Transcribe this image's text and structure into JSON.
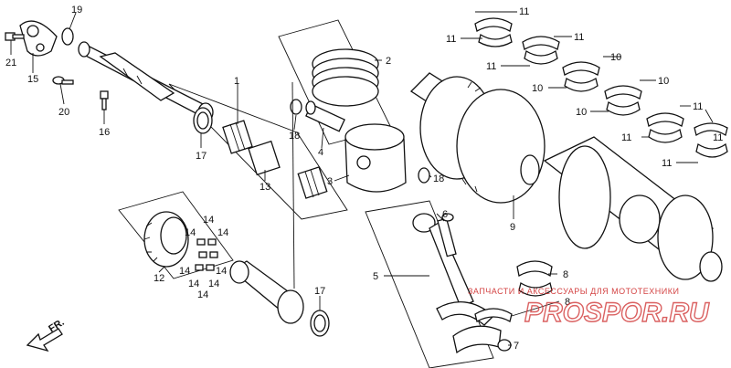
{
  "callouts": {
    "c1": "1",
    "c2": "2",
    "c3": "3",
    "c4": "4",
    "c5": "5",
    "c6": "6",
    "c7": "7",
    "c8a": "8",
    "c8b": "8",
    "c9": "9",
    "c10a": "10",
    "c10b": "10",
    "c10c": "10",
    "c10d": "10",
    "c11a": "11",
    "c11b": "11",
    "c11c": "11",
    "c11d": "11",
    "c11e": "11",
    "c11f": "11",
    "c11g": "11",
    "c11h": "11",
    "c12": "12",
    "c13": "13",
    "c14a": "14",
    "c14b": "14",
    "c14c": "14",
    "c14d": "14",
    "c14e": "14",
    "c14f": "14",
    "c14g": "14",
    "c14h": "14",
    "c15": "15",
    "c16": "16",
    "c17a": "17",
    "c17b": "17",
    "c18a": "18",
    "c18b": "18",
    "c19": "19",
    "c20": "20",
    "c21": "21"
  },
  "direction_label": "FR.",
  "watermark": {
    "caption": "ЗАПЧАСТИ И АКСЕССУАРЫ ДЛЯ МОТОТЕХНИКИ",
    "logo_text": "PROSPOR.RU"
  }
}
